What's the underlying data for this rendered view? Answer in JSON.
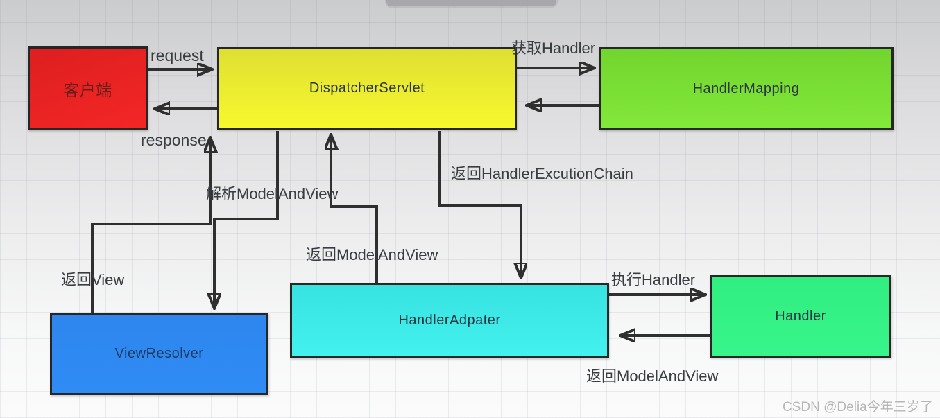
{
  "nodes": {
    "client": {
      "label": "客户端",
      "color": "#ee2222"
    },
    "dispatcher_servlet": {
      "label": "DispatcherServlet",
      "color": "#f2f22f"
    },
    "handler_mapping": {
      "label": "HandlerMapping",
      "color": "#7adc33"
    },
    "view_resolver": {
      "label": "ViewResolver",
      "color": "#2e86ee"
    },
    "handler_adpater": {
      "label": "HandlerAdpater",
      "color": "#3deeea"
    },
    "handler": {
      "label": "Handler",
      "color": "#33f083"
    }
  },
  "edge_labels": {
    "request": "request",
    "response": "response",
    "get_handler": "获取Handler",
    "return_handler_excution_chain": "返回HandlerExcutionChain",
    "parse_model_and_view": "解析ModelAndView",
    "return_model_and_view_mid": "返回ModelAndView",
    "return_view": "返回View",
    "execute_handler": "执行Handler",
    "return_model_and_view_bottom": "返回ModelAndView"
  },
  "watermark": {
    "text": "CSDN @Delia今年三岁了"
  },
  "arrow_color": "#2f2f2f"
}
